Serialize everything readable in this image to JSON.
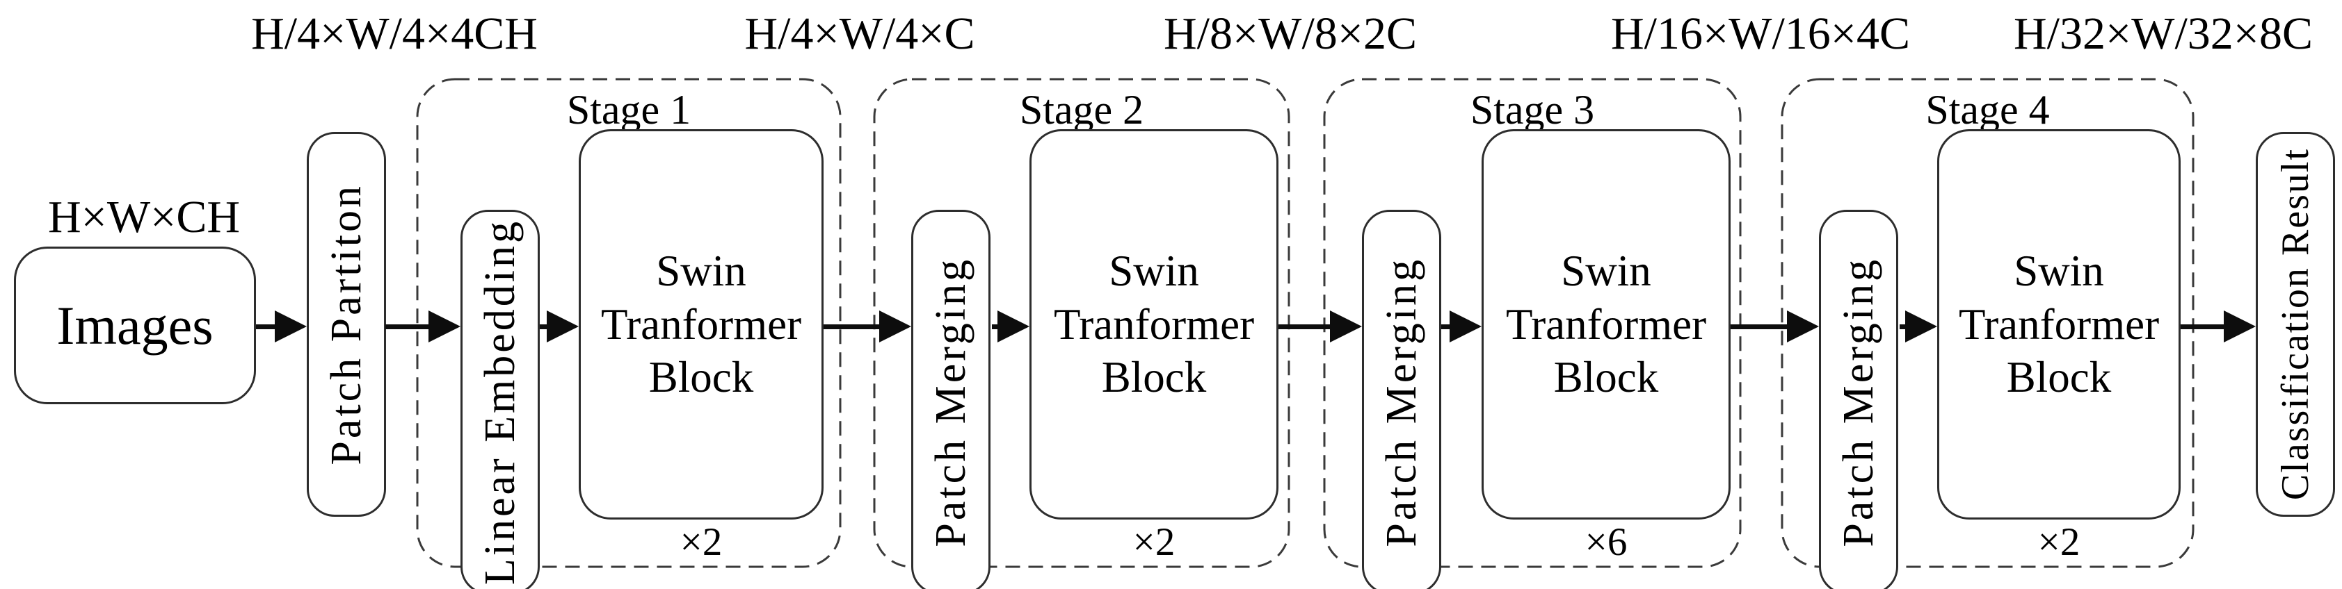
{
  "diagram": {
    "dimension_labels": [
      "H/4×W/4×4CH",
      "H/4×W/4×C",
      "H/8×W/8×2C",
      "H/16×W/16×4C",
      "H/32×W/32×8C"
    ],
    "input": {
      "dimension": "H×W×CH",
      "label": "Images"
    },
    "patch_partition_label": "Patch Partiton",
    "stages": [
      {
        "title": "Stage 1",
        "transform_label": "Linear Embedding",
        "block_label": "Swin Tranformer Block",
        "repeat_label": "×2"
      },
      {
        "title": "Stage 2",
        "transform_label": "Patch Merging",
        "block_label": "Swin Tranformer Block",
        "repeat_label": "×2"
      },
      {
        "title": "Stage 3",
        "transform_label": "Patch Merging",
        "block_label": "Swin Tranformer Block",
        "repeat_label": "×6"
      },
      {
        "title": "Stage 4",
        "transform_label": "Patch Merging",
        "block_label": "Swin Tranformer Block",
        "repeat_label": "×2"
      }
    ],
    "output_label": "Classification Result",
    "colors": {
      "background": "#ffffff",
      "box_border": "#2d2d2d",
      "stage_dashed_border": "#3a3a3a",
      "arrow": "#0d0d0d",
      "text": "#000000"
    }
  }
}
